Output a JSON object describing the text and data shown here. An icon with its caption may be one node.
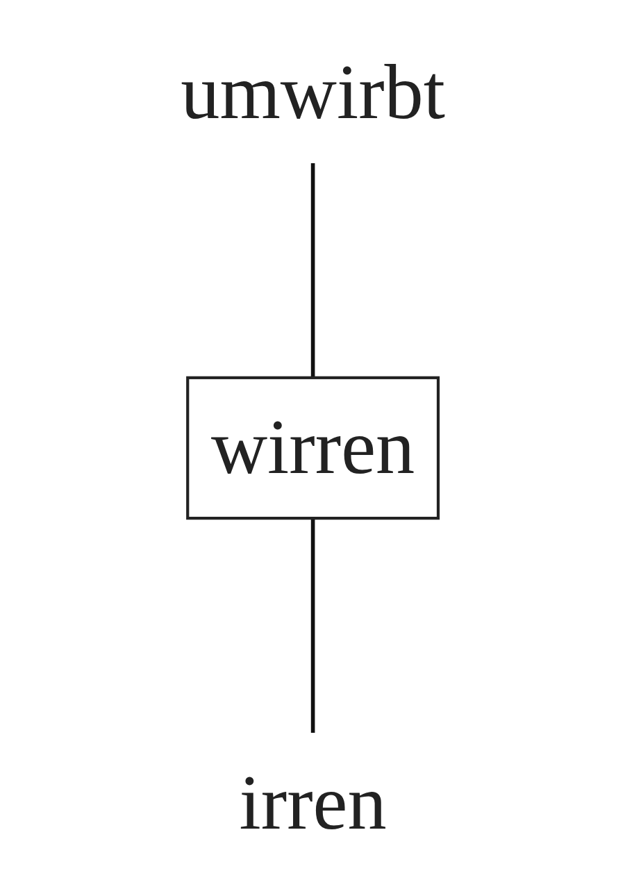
{
  "diagram": {
    "nodes": [
      {
        "text": [
          "umwirbt"
        ]
      },
      {
        "text": [
          "wirren"
        ]
      },
      {
        "text": [
          "irren"
        ]
      }
    ],
    "edges": [
      {
        "from": 0,
        "to": 1,
        "arrow": "none"
      },
      {
        "from": 1,
        "to": 2,
        "arrow": "none"
      }
    ]
  }
}
